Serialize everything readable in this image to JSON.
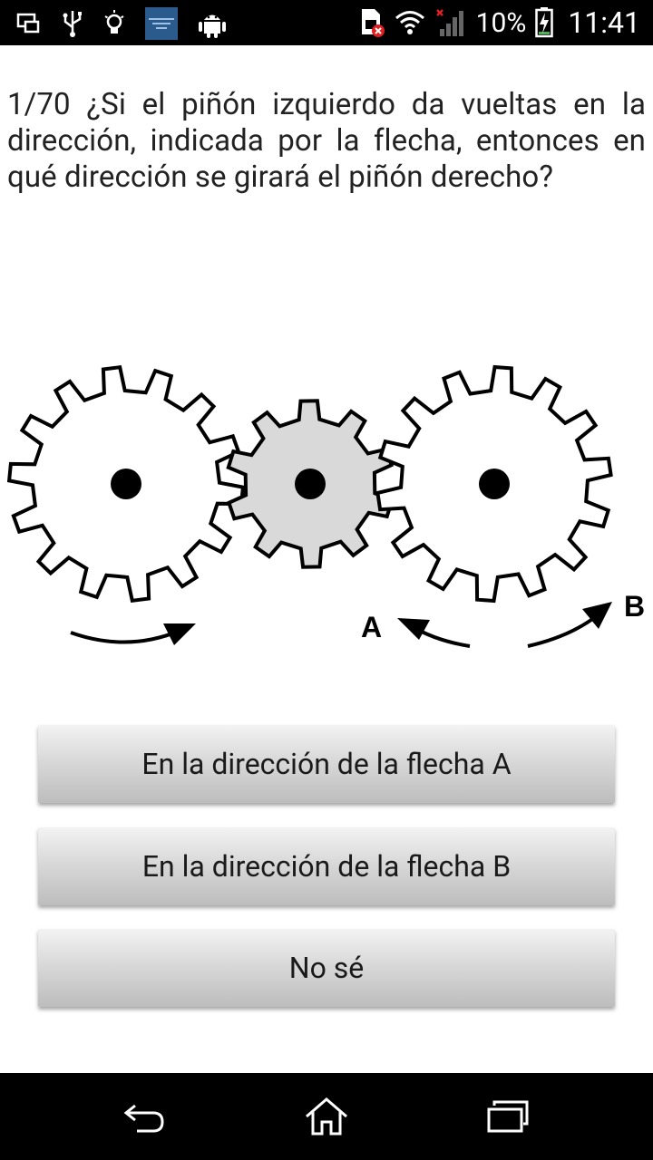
{
  "status_bar": {
    "battery": "10%",
    "time": "11:41"
  },
  "quiz": {
    "question": "1/70 ¿Si el piñón izquierdo da vueltas en la dirección, indicada por la flecha, entonces en qué dirección se girará el piñón derecho?",
    "diagram": {
      "label_a": "A",
      "label_b": "B"
    },
    "answers": [
      "En la dirección de la flecha A",
      "En la dirección de la flecha B",
      "No sé"
    ]
  }
}
